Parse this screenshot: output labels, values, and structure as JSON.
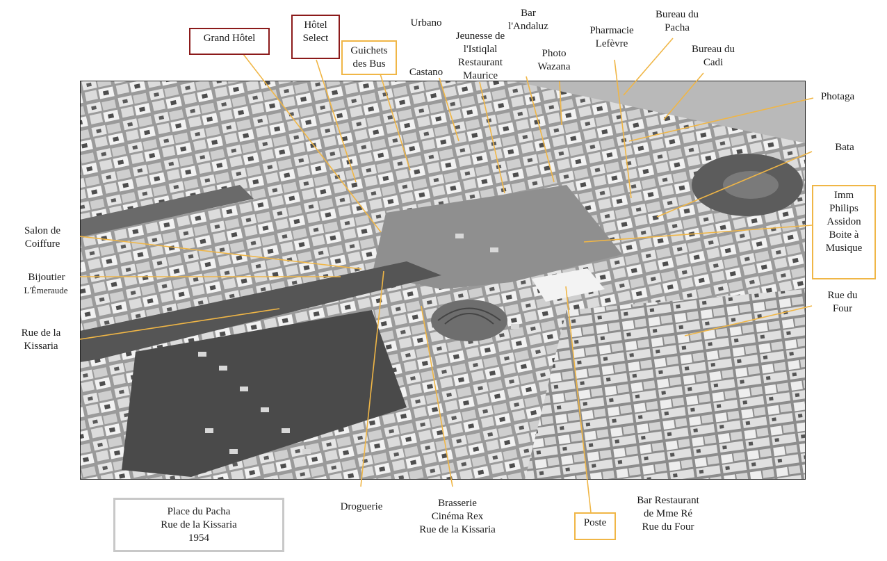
{
  "labels": {
    "grand_hotel": "Grand Hôtel",
    "hotel_select": "Hôtel\nSelect",
    "guichets_bus": "Guichets\ndes Bus",
    "urbano": "Urbano",
    "castano": "Castano",
    "jeunesse": "Jeunesse de\nl'Istiqlal\nRestaurant\nMaurice",
    "bar_andaluz": "Bar\nl'Andaluz",
    "photo_wazana": "Photo\nWazana",
    "pharmacie": "Pharmacie\nLefèvre",
    "bureau_pacha": "Bureau du\nPacha",
    "bureau_cadi": "Bureau du\nCadi",
    "photaga": "Photaga",
    "bata": "Bata",
    "imm_philips": "Imm\nPhilips\nAssidon\nBoite à\nMusique",
    "rue_du_four": "Rue du\nFour",
    "salon_coiffure": "Salon de\nCoiffure",
    "bijoutier": "Bijoutier",
    "emeraude": "L'Émeraude",
    "rue_kissaria": "Rue de la\nKissaria",
    "droguerie": "Droguerie",
    "brasserie": "Brasserie\nCinéma Rex\nRue de la Kissaria",
    "poste": "Poste",
    "bar_restaurant": "Bar Restaurant\nde Mme Ré\nRue du Four"
  },
  "caption": {
    "line1": "Place du Pacha",
    "line2": "Rue de la Kissaria",
    "line3": "1954"
  },
  "colors": {
    "leader_line": "#f0b646",
    "box_red": "#8b1a1a",
    "box_orange": "#f0b646",
    "caption_border": "#c8c8c8"
  }
}
